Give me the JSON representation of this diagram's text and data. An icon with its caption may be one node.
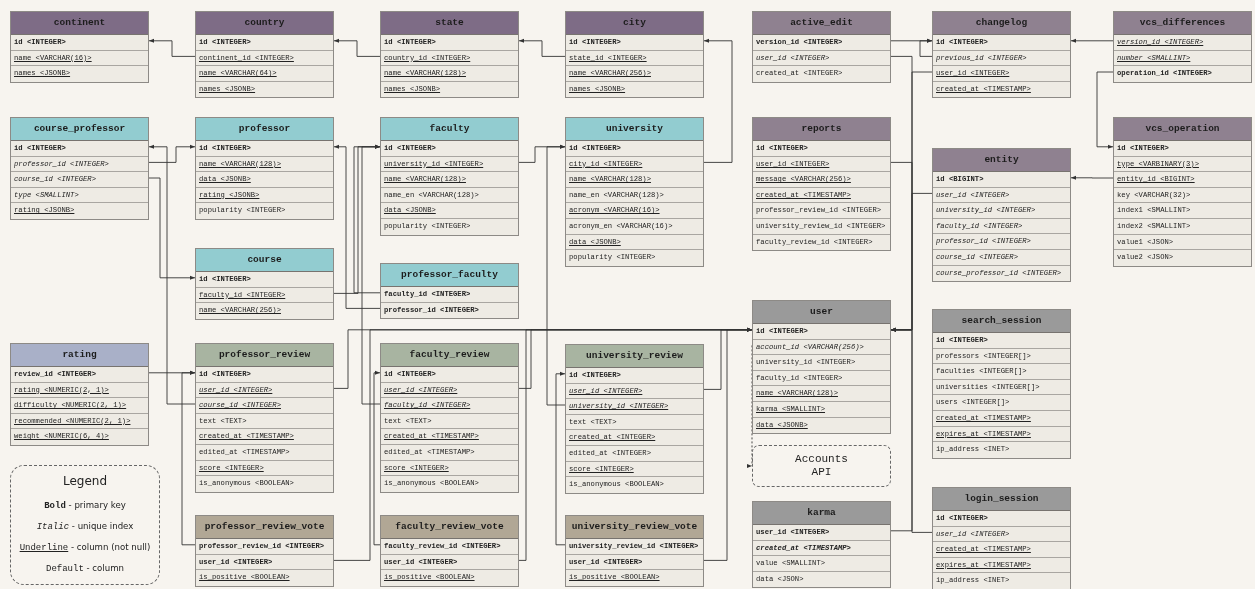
{
  "diagram": {
    "nodes": [
      {
        "text": [
          "continent"
        ]
      },
      {
        "text": [
          "id <INTEGER>"
        ],
        "in": 0
      },
      {
        "text": [
          "name <VARCHAR(16)>"
        ],
        "in": 0
      },
      {
        "text": [
          "names <JSONB>"
        ],
        "in": 0
      },
      {
        "text": [
          "country"
        ]
      },
      {
        "text": [
          "id <INTEGER>"
        ],
        "in": 4
      },
      {
        "text": [
          "continent_id <INTEGER>"
        ],
        "in": 4
      },
      {
        "text": [
          "name <VARCHAR(64)>"
        ],
        "in": 4
      },
      {
        "text": [
          "names <JSONB>"
        ],
        "in": 4
      },
      {
        "text": [
          "state"
        ]
      },
      {
        "text": [
          "id <INTEGER>"
        ],
        "in": 9
      },
      {
        "text": [
          "country_id <INTEGER>"
        ],
        "in": 9
      },
      {
        "text": [
          "name <VARCHAR(128)>"
        ],
        "in": 9
      },
      {
        "text": [
          "names <JSONB>"
        ],
        "in": 9
      },
      {
        "text": [
          "city"
        ]
      },
      {
        "text": [
          "id <INTEGER>"
        ],
        "in": 14
      },
      {
        "text": [
          "state_id <INTEGER>"
        ],
        "in": 14
      },
      {
        "text": [
          "name <VARCHAR(256)>"
        ],
        "in": 14
      },
      {
        "text": [
          "names <JSONB>"
        ],
        "in": 14
      },
      {
        "text": [
          "active_edit"
        ]
      },
      {
        "text": [
          "version_id <INTEGER>"
        ],
        "in": 19
      },
      {
        "text": [
          "user_id <INTEGER>"
        ],
        "in": 19
      },
      {
        "text": [
          "created_at <INTEGER>"
        ],
        "in": 19
      },
      {
        "text": [
          "changelog"
        ]
      },
      {
        "text": [
          "id <INTEGER>"
        ],
        "in": 23
      },
      {
        "text": [
          "previous_id <INTEGER>"
        ],
        "in": 23
      },
      {
        "text": [
          "user_id <INTEGER>"
        ],
        "in": 23
      },
      {
        "text": [
          "created_at <TIMESTAMP>"
        ],
        "in": 23
      },
      {
        "text": [
          "vcs_differences"
        ]
      },
      {
        "text": [
          "version_id <INTEGER>"
        ],
        "in": 28
      },
      {
        "text": [
          "number <SMALLINT>"
        ],
        "in": 28
      },
      {
        "text": [
          "operation_id <INTEGER>"
        ],
        "in": 28
      },
      {
        "text": [
          "course_professor"
        ]
      },
      {
        "text": [
          "id <INTEGER>"
        ],
        "in": 32
      },
      {
        "text": [
          "professor_id <INTEGER>"
        ],
        "in": 32
      },
      {
        "text": [
          "course_id <INTEGER>"
        ],
        "in": 32
      },
      {
        "text": [
          "type <SMALLINT>"
        ],
        "in": 32
      },
      {
        "text": [
          "rating <JSONB>"
        ],
        "in": 32
      },
      {
        "text": [
          "professor"
        ]
      },
      {
        "text": [
          "id <INTEGER>"
        ],
        "in": 38
      },
      {
        "text": [
          "name <VARCHAR(128)>"
        ],
        "in": 38
      },
      {
        "text": [
          "data <JSONB>"
        ],
        "in": 38
      },
      {
        "text": [
          "rating <JSONB>"
        ],
        "in": 38
      },
      {
        "text": [
          "popularity <INTEGER>"
        ],
        "in": 38
      },
      {
        "text": [
          "faculty"
        ]
      },
      {
        "text": [
          "id <INTEGER>"
        ],
        "in": 44
      },
      {
        "text": [
          "university_id <INTEGER>"
        ],
        "in": 44
      },
      {
        "text": [
          "name <VARCHAR(128)>"
        ],
        "in": 44
      },
      {
        "text": [
          "name_en <VARCHAR(128)>"
        ],
        "in": 44
      },
      {
        "text": [
          "data <JSONB>"
        ],
        "in": 44
      },
      {
        "text": [
          "popularity <INTEGER>"
        ],
        "in": 44
      },
      {
        "text": [
          "university"
        ]
      },
      {
        "text": [
          "id <INTEGER>"
        ],
        "in": 51
      },
      {
        "text": [
          "city_id <INTEGER>"
        ],
        "in": 51
      },
      {
        "text": [
          "name <VARCHAR(128)>"
        ],
        "in": 51
      },
      {
        "text": [
          "name_en <VARCHAR(128)>"
        ],
        "in": 51
      },
      {
        "text": [
          "acronym <VARCHAR(16)>"
        ],
        "in": 51
      },
      {
        "text": [
          "acronym_en <VARCHAR(16)>"
        ],
        "in": 51
      },
      {
        "text": [
          "data <JSONB>"
        ],
        "in": 51
      },
      {
        "text": [
          "popularity <INTEGER>"
        ],
        "in": 51
      },
      {
        "text": [
          "reports"
        ]
      },
      {
        "text": [
          "id <INTEGER>"
        ],
        "in": 60
      },
      {
        "text": [
          "user_id <INTEGER>"
        ],
        "in": 60
      },
      {
        "text": [
          "message <VARCHAR(256)>"
        ],
        "in": 60
      },
      {
        "text": [
          "created_at <TIMESTAMP>"
        ],
        "in": 60
      },
      {
        "text": [
          "professor_review_id <INTEGER>"
        ],
        "in": 60
      },
      {
        "text": [
          "university_review_id <INTEGER>"
        ],
        "in": 60
      },
      {
        "text": [
          "faculty_review_id <INTEGER>"
        ],
        "in": 60
      },
      {
        "text": [
          "vcs_operation"
        ]
      },
      {
        "text": [
          "id <INTEGER>"
        ],
        "in": 68
      },
      {
        "text": [
          "type <VARBINARY(3)>"
        ],
        "in": 68
      },
      {
        "text": [
          "entity_id <BIGINT>"
        ],
        "in": 68
      },
      {
        "text": [
          "key <VARCHAR(32)>"
        ],
        "in": 68
      },
      {
        "text": [
          "index1 <SMALLINT>"
        ],
        "in": 68
      },
      {
        "text": [
          "index2 <SMALLINT>"
        ],
        "in": 68
      },
      {
        "text": [
          "value1 <JSON>"
        ],
        "in": 68
      },
      {
        "text": [
          "value2 <JSON>"
        ],
        "in": 68
      },
      {
        "text": [
          "entity"
        ]
      },
      {
        "text": [
          "id <BIGINT>"
        ],
        "in": 77
      },
      {
        "text": [
          "user_id <INTEGER>"
        ],
        "in": 77
      },
      {
        "text": [
          "university_id <INTEGER>"
        ],
        "in": 77
      },
      {
        "text": [
          "faculty_id <INTEGER>"
        ],
        "in": 77
      },
      {
        "text": [
          "professor_id <INTEGER>"
        ],
        "in": 77
      },
      {
        "text": [
          "course_id <INTEGER>"
        ],
        "in": 77
      },
      {
        "text": [
          "course_professor_id <INTEGER>"
        ],
        "in": 77
      },
      {
        "text": [
          "course"
        ]
      },
      {
        "text": [
          "id <INTEGER>"
        ],
        "in": 85
      },
      {
        "text": [
          "faculty_id <INTEGER>"
        ],
        "in": 85
      },
      {
        "text": [
          "name <VARCHAR(256)>"
        ],
        "in": 85
      },
      {
        "text": [
          "professor_faculty"
        ]
      },
      {
        "text": [
          "faculty_id <INTEGER>"
        ],
        "in": 89
      },
      {
        "text": [
          "professor_id <INTEGER>"
        ],
        "in": 89
      },
      {
        "text": [
          "user"
        ]
      },
      {
        "text": [
          "id <INTEGER>"
        ],
        "in": 92
      },
      {
        "text": [
          "account_id <VARCHAR(256)>"
        ],
        "in": 92
      },
      {
        "text": [
          "university_id <INTEGER>"
        ],
        "in": 92
      },
      {
        "text": [
          "faculty_id <INTEGER>"
        ],
        "in": 92
      },
      {
        "text": [
          "name <VARCHAR(128)>"
        ],
        "in": 92
      },
      {
        "text": [
          "karma <SMALLINT>"
        ],
        "in": 92
      },
      {
        "text": [
          "data <JSONB>"
        ],
        "in": 92
      },
      {
        "text": [
          "search_session"
        ]
      },
      {
        "text": [
          "id <INTEGER>"
        ],
        "in": 100
      },
      {
        "text": [
          "professors <INTEGER[]>"
        ],
        "in": 100
      },
      {
        "text": [
          "faculties <INTEGER[]>"
        ],
        "in": 100
      },
      {
        "text": [
          "universities <INTEGER[]>"
        ],
        "in": 100
      },
      {
        "text": [
          "users <INTEGER[]>"
        ],
        "in": 100
      },
      {
        "text": [
          "created_at <TIMESTAMP>"
        ],
        "in": 100
      },
      {
        "text": [
          "expires_at <TIMESTAMP>"
        ],
        "in": 100
      },
      {
        "text": [
          "ip_address <INET>"
        ],
        "in": 100
      },
      {
        "text": [
          "rating"
        ]
      },
      {
        "text": [
          "review_id <INTEGER>"
        ],
        "in": 109
      },
      {
        "text": [
          "rating <NUMERIC(2, 1)>"
        ],
        "in": 109
      },
      {
        "text": [
          "difficulty <NUMERIC(2, 1)>"
        ],
        "in": 109
      },
      {
        "text": [
          "recommended <NUMERIC(2, 1)>"
        ],
        "in": 109
      },
      {
        "text": [
          "weight <NUMERIC(6, 4)>"
        ],
        "in": 109
      },
      {
        "text": [
          "professor_review"
        ]
      },
      {
        "text": [
          "id <INTEGER>"
        ],
        "in": 115
      },
      {
        "text": [
          "user_id <INTEGER>"
        ],
        "in": 115
      },
      {
        "text": [
          "course_id <INTEGER>"
        ],
        "in": 115
      },
      {
        "text": [
          "text <TEXT>"
        ],
        "in": 115
      },
      {
        "text": [
          "created_at <TIMESTAMP>"
        ],
        "in": 115
      },
      {
        "text": [
          "edited_at <TIMESTAMP>"
        ],
        "in": 115
      },
      {
        "text": [
          "score <INTEGER>"
        ],
        "in": 115
      },
      {
        "text": [
          "is_anonymous <BOOLEAN>"
        ],
        "in": 115
      },
      {
        "text": [
          "faculty_review"
        ]
      },
      {
        "text": [
          "id <INTEGER>"
        ],
        "in": 124
      },
      {
        "text": [
          "user_id <INTEGER>"
        ],
        "in": 124
      },
      {
        "text": [
          "faculty_id <INTEGER>"
        ],
        "in": 124
      },
      {
        "text": [
          "text <TEXT>"
        ],
        "in": 124
      },
      {
        "text": [
          "created_at <TIMESTAMP>"
        ],
        "in": 124
      },
      {
        "text": [
          "edited_at <TIMESTAMP>"
        ],
        "in": 124
      },
      {
        "text": [
          "score <INTEGER>"
        ],
        "in": 124
      },
      {
        "text": [
          "is_anonymous <BOOLEAN>"
        ],
        "in": 124
      },
      {
        "text": [
          "university_review"
        ]
      },
      {
        "text": [
          "id <INTEGER>"
        ],
        "in": 133
      },
      {
        "text": [
          "user_id <INTEGER>"
        ],
        "in": 133
      },
      {
        "text": [
          "university_id <INTEGER>"
        ],
        "in": 133
      },
      {
        "text": [
          "text <TEXT>"
        ],
        "in": 133
      },
      {
        "text": [
          "created_at <INTEGER>"
        ],
        "in": 133
      },
      {
        "text": [
          "edited_at <INTEGER>"
        ],
        "in": 133
      },
      {
        "text": [
          "score <INTEGER>"
        ],
        "in": 133
      },
      {
        "text": [
          "is_anonymous <BOOLEAN>"
        ],
        "in": 133
      },
      {
        "text": [
          "Accounts API"
        ]
      },
      {
        "text": [
          "karma"
        ]
      },
      {
        "text": [
          "user_id <INTEGER>"
        ],
        "in": 143
      },
      {
        "text": [
          "created_at <TIMESTAMP>"
        ],
        "in": 143
      },
      {
        "text": [
          "value <SMALLINT>"
        ],
        "in": 143
      },
      {
        "text": [
          "data <JSON>"
        ],
        "in": 143
      },
      {
        "text": [
          "login_session"
        ]
      },
      {
        "text": [
          "id <INTEGER>"
        ],
        "in": 148
      },
      {
        "text": [
          "user_id <INTEGER>"
        ],
        "in": 148
      },
      {
        "text": [
          "created_at <TIMESTAMP>"
        ],
        "in": 148
      },
      {
        "text": [
          "expires_at <TIMESTAMP>"
        ],
        "in": 148
      },
      {
        "text": [
          "ip_address <INET>"
        ],
        "in": 148
      },
      {
        "text": [
          "professor_review_vote"
        ]
      },
      {
        "text": [
          "professor_review_id <INTEGER>"
        ],
        "in": 154
      },
      {
        "text": [
          "user_id <INTEGER>"
        ],
        "in": 154
      },
      {
        "text": [
          "is_positive <BOOLEAN>"
        ],
        "in": 154
      },
      {
        "text": [
          "faculty_review_vote"
        ]
      },
      {
        "text": [
          "faculty_review_id <INTEGER>"
        ],
        "in": 158
      },
      {
        "text": [
          "user_id <INTEGER>"
        ],
        "in": 158
      },
      {
        "text": [
          "is_positive <BOOLEAN>"
        ],
        "in": 158
      },
      {
        "text": [
          "university_review_vote"
        ]
      },
      {
        "text": [
          "university_review_id <INTEGER>"
        ],
        "in": 162
      },
      {
        "text": [
          "user_id <INTEGER>"
        ],
        "in": 162
      },
      {
        "text": [
          "is_positive <BOOLEAN>"
        ],
        "in": 162
      }
    ],
    "edges": [
      {
        "from": 6,
        "to": 1,
        "arrow": "to"
      },
      {
        "from": 11,
        "to": 5,
        "arrow": "to"
      },
      {
        "from": 16,
        "to": 10,
        "arrow": "to"
      },
      {
        "from": 53,
        "to": 15,
        "arrow": "to"
      },
      {
        "from": 20,
        "to": 24,
        "arrow": "to"
      },
      {
        "from": 25,
        "to": 24,
        "arrow": "to"
      },
      {
        "from": 29,
        "to": 24,
        "arrow": "to"
      },
      {
        "from": 31,
        "to": 69,
        "arrow": "to"
      },
      {
        "from": 34,
        "to": 39,
        "arrow": "to"
      },
      {
        "from": 35,
        "to": 86,
        "arrow": "to"
      },
      {
        "from": 46,
        "to": 52,
        "arrow": "to"
      },
      {
        "from": 87,
        "to": 45,
        "arrow": "to"
      },
      {
        "from": 90,
        "to": 45,
        "arrow": "to"
      },
      {
        "from": 91,
        "to": 39,
        "arrow": "to"
      },
      {
        "from": 71,
        "to": 78,
        "arrow": "to"
      },
      {
        "from": 110,
        "to": 116,
        "arrow": "to"
      },
      {
        "from": 118,
        "to": 33,
        "arrow": "to"
      },
      {
        "from": 117,
        "to": 93,
        "arrow": "to"
      },
      {
        "from": 127,
        "to": 45,
        "arrow": "to"
      },
      {
        "from": 126,
        "to": 93,
        "arrow": "to"
      },
      {
        "from": 136,
        "to": 52,
        "arrow": "to"
      },
      {
        "from": 135,
        "to": 93,
        "arrow": "to"
      },
      {
        "from": 155,
        "to": 116,
        "arrow": "to"
      },
      {
        "from": 156,
        "to": 93,
        "arrow": "to"
      },
      {
        "from": 159,
        "to": 125,
        "arrow": "to"
      },
      {
        "from": 160,
        "to": 93,
        "arrow": "to"
      },
      {
        "from": 163,
        "to": 134,
        "arrow": "to"
      },
      {
        "from": 164,
        "to": 93,
        "arrow": "to"
      },
      {
        "from": 21,
        "to": 93,
        "arrow": "to"
      },
      {
        "from": 26,
        "to": 93,
        "arrow": "to"
      },
      {
        "from": 62,
        "to": 93,
        "arrow": "to"
      },
      {
        "from": 79,
        "to": 93,
        "arrow": "to"
      },
      {
        "from": 144,
        "to": 93,
        "arrow": "to"
      },
      {
        "from": 150,
        "to": 93,
        "arrow": "to"
      },
      {
        "from": 94,
        "to": 142,
        "arrow": "to",
        "style": "dashed"
      }
    ],
    "labels": [
      "Legend"
    ],
    "legend": [
      {
        "text": "Bold - primary key"
      },
      {
        "text": "Italic - unique index"
      },
      {
        "text": "Underline - column (not null)"
      },
      {
        "text": "Default - column"
      }
    ]
  }
}
